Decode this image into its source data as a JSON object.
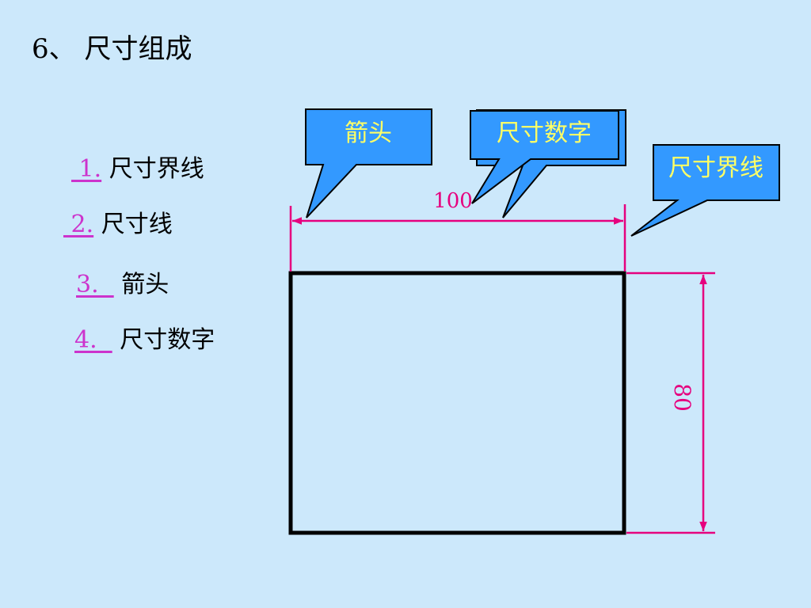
{
  "title": "6、 尺寸组成",
  "items": [
    {
      "num": " 1.",
      "label": "尺寸界线"
    },
    {
      "num": " 2.",
      "label": "尺寸线"
    },
    {
      "num": "3.  ",
      "label": "箭头"
    },
    {
      "num": "4.  ",
      "label": "尺寸数字"
    }
  ],
  "callouts": {
    "arrow": "箭头",
    "dimension_number": "尺寸数字",
    "extension_line": "尺寸界线"
  },
  "dimensions": {
    "horizontal": "100",
    "vertical": "80"
  },
  "colors": {
    "background": "#cce8fb",
    "dimension": "#e6007e",
    "callout_fill": "#3399ff",
    "callout_text": "#ffff66",
    "list_number": "#cc33cc"
  }
}
